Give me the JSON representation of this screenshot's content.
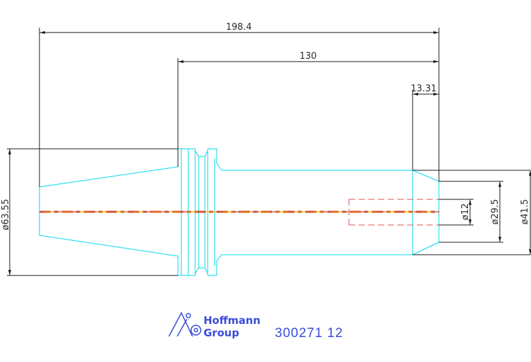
{
  "dimensions": {
    "overall_length": "198.4",
    "shank_length": "130",
    "tip_length": "13.31",
    "dia_flange": "ø63.55",
    "dia_bore": "ø12",
    "dia_tip": "ø29.5",
    "dia_shank": "ø41.5"
  },
  "logo": {
    "line1": "Hoffmann",
    "line2": "Group"
  },
  "part_number": "300271 12",
  "colors": {
    "outline": "#00d8ee",
    "dimension": "#1a1a1a",
    "centerline": "#f0c000",
    "hidden": "#e05050",
    "brand": "#3a4bd8"
  }
}
